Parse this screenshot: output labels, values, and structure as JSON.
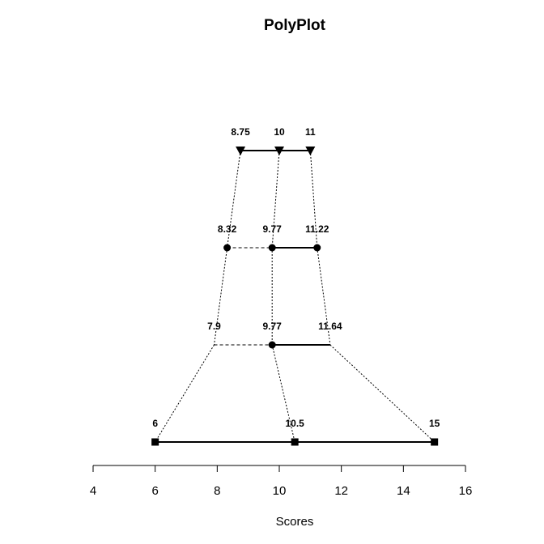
{
  "chart_data": {
    "type": "polyplot",
    "title": "PolyPlot",
    "xlabel": "Scores",
    "xlim": [
      4,
      16
    ],
    "xticks": [
      4,
      6,
      8,
      10,
      12,
      14,
      16
    ],
    "levels": [
      {
        "marker": "triangle-down",
        "lower": 8.75,
        "center": 10,
        "upper": 11,
        "labels": [
          "8.75",
          "10",
          "11"
        ],
        "left_style": "solid",
        "right_style": "solid"
      },
      {
        "marker": "circle",
        "lower": 8.32,
        "center": 9.77,
        "upper": 11.22,
        "labels": [
          "8.32",
          "9.77",
          "11.22"
        ],
        "left_style": "dashed",
        "right_style": "solid"
      },
      {
        "marker": "circle-small",
        "lower": 7.9,
        "center": 9.77,
        "upper": 11.64,
        "labels": [
          "7.9",
          "9.77",
          "11.64"
        ],
        "left_style": "dashed",
        "right_style": "solid"
      },
      {
        "marker": "square",
        "lower": 6,
        "center": 10.5,
        "upper": 15,
        "labels": [
          "6",
          "10.5",
          "15"
        ],
        "left_style": "solid",
        "right_style": "solid"
      }
    ],
    "grid": false,
    "colors": {
      "line": "#000000"
    }
  }
}
